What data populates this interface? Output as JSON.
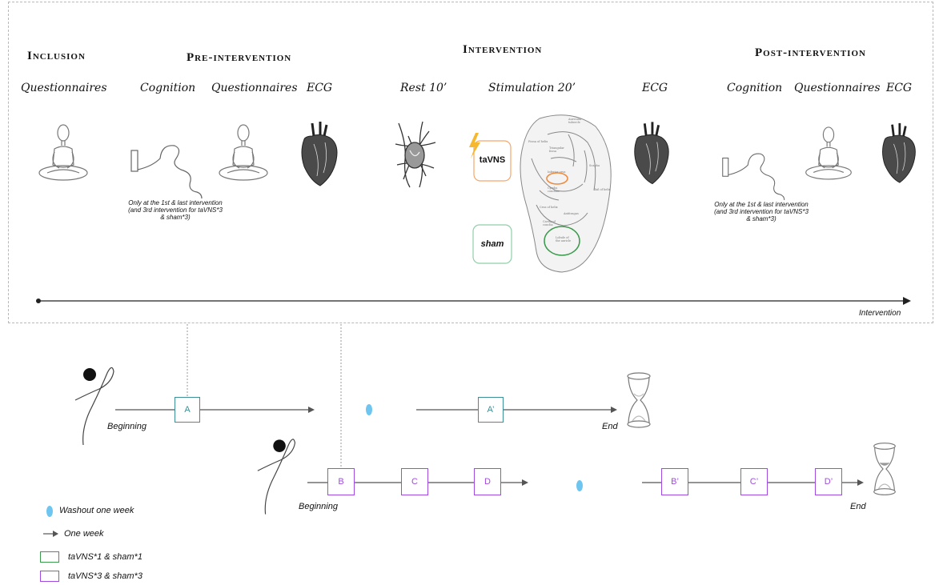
{
  "phases": {
    "inclusion": "Inclusion",
    "pre": "Pre-intervention",
    "intervention": "Intervention",
    "post": "Post-intervention"
  },
  "steps": {
    "questionnaires_1": "Questionnaires",
    "cognition_1": "Cognition",
    "questionnaires_2": "Questionnaires",
    "ecg_1": "ECG",
    "rest": "Rest 10’",
    "stimulation": "Stimulation 20’",
    "ecg_2": "ECG",
    "cognition_2": "Cognition",
    "questionnaires_3": "Questionnaires",
    "ecg_3": "ECG"
  },
  "notes": {
    "cognition_pre": "Only at the 1st & last intervention (and 3rd intervention for taVNS*3 & sham*3)",
    "cognition_post": "Only at the 1st & last intervention (and 3rd intervention for taVNS*3 & sham*3)"
  },
  "stim_boxes": {
    "tavns": "taVNS",
    "sham": "sham"
  },
  "timeline_label": "Intervention",
  "protocol_1": {
    "start": "Beginning",
    "end": "End",
    "boxes": [
      "A",
      "A’"
    ]
  },
  "protocol_3": {
    "start": "Beginning",
    "end": "End",
    "boxes": [
      "B",
      "C",
      "D",
      "B’",
      "C’",
      "D’"
    ]
  },
  "legend": {
    "washout": "Washout one week",
    "week": "One week",
    "group1": "taVNS*1 & sham*1",
    "group3": "taVNS*3 & sham*3"
  },
  "colors": {
    "teal": "#3d8f98",
    "purple": "#a24be0",
    "washout": "#6ec6f0",
    "tavns_box": "#f5a66b",
    "sham_box": "#8fcfa8",
    "sham_circle": "#3c9a4c",
    "lightning": "#f5b82e"
  },
  "icons": [
    "meditating-person-icon",
    "hand-drawn-brain-icon",
    "anatomical-heart-icon",
    "vagus-nerve-icon",
    "ear-anatomy-icon",
    "hourglass-icon",
    "lightning-icon",
    "stick-figure-icon"
  ]
}
